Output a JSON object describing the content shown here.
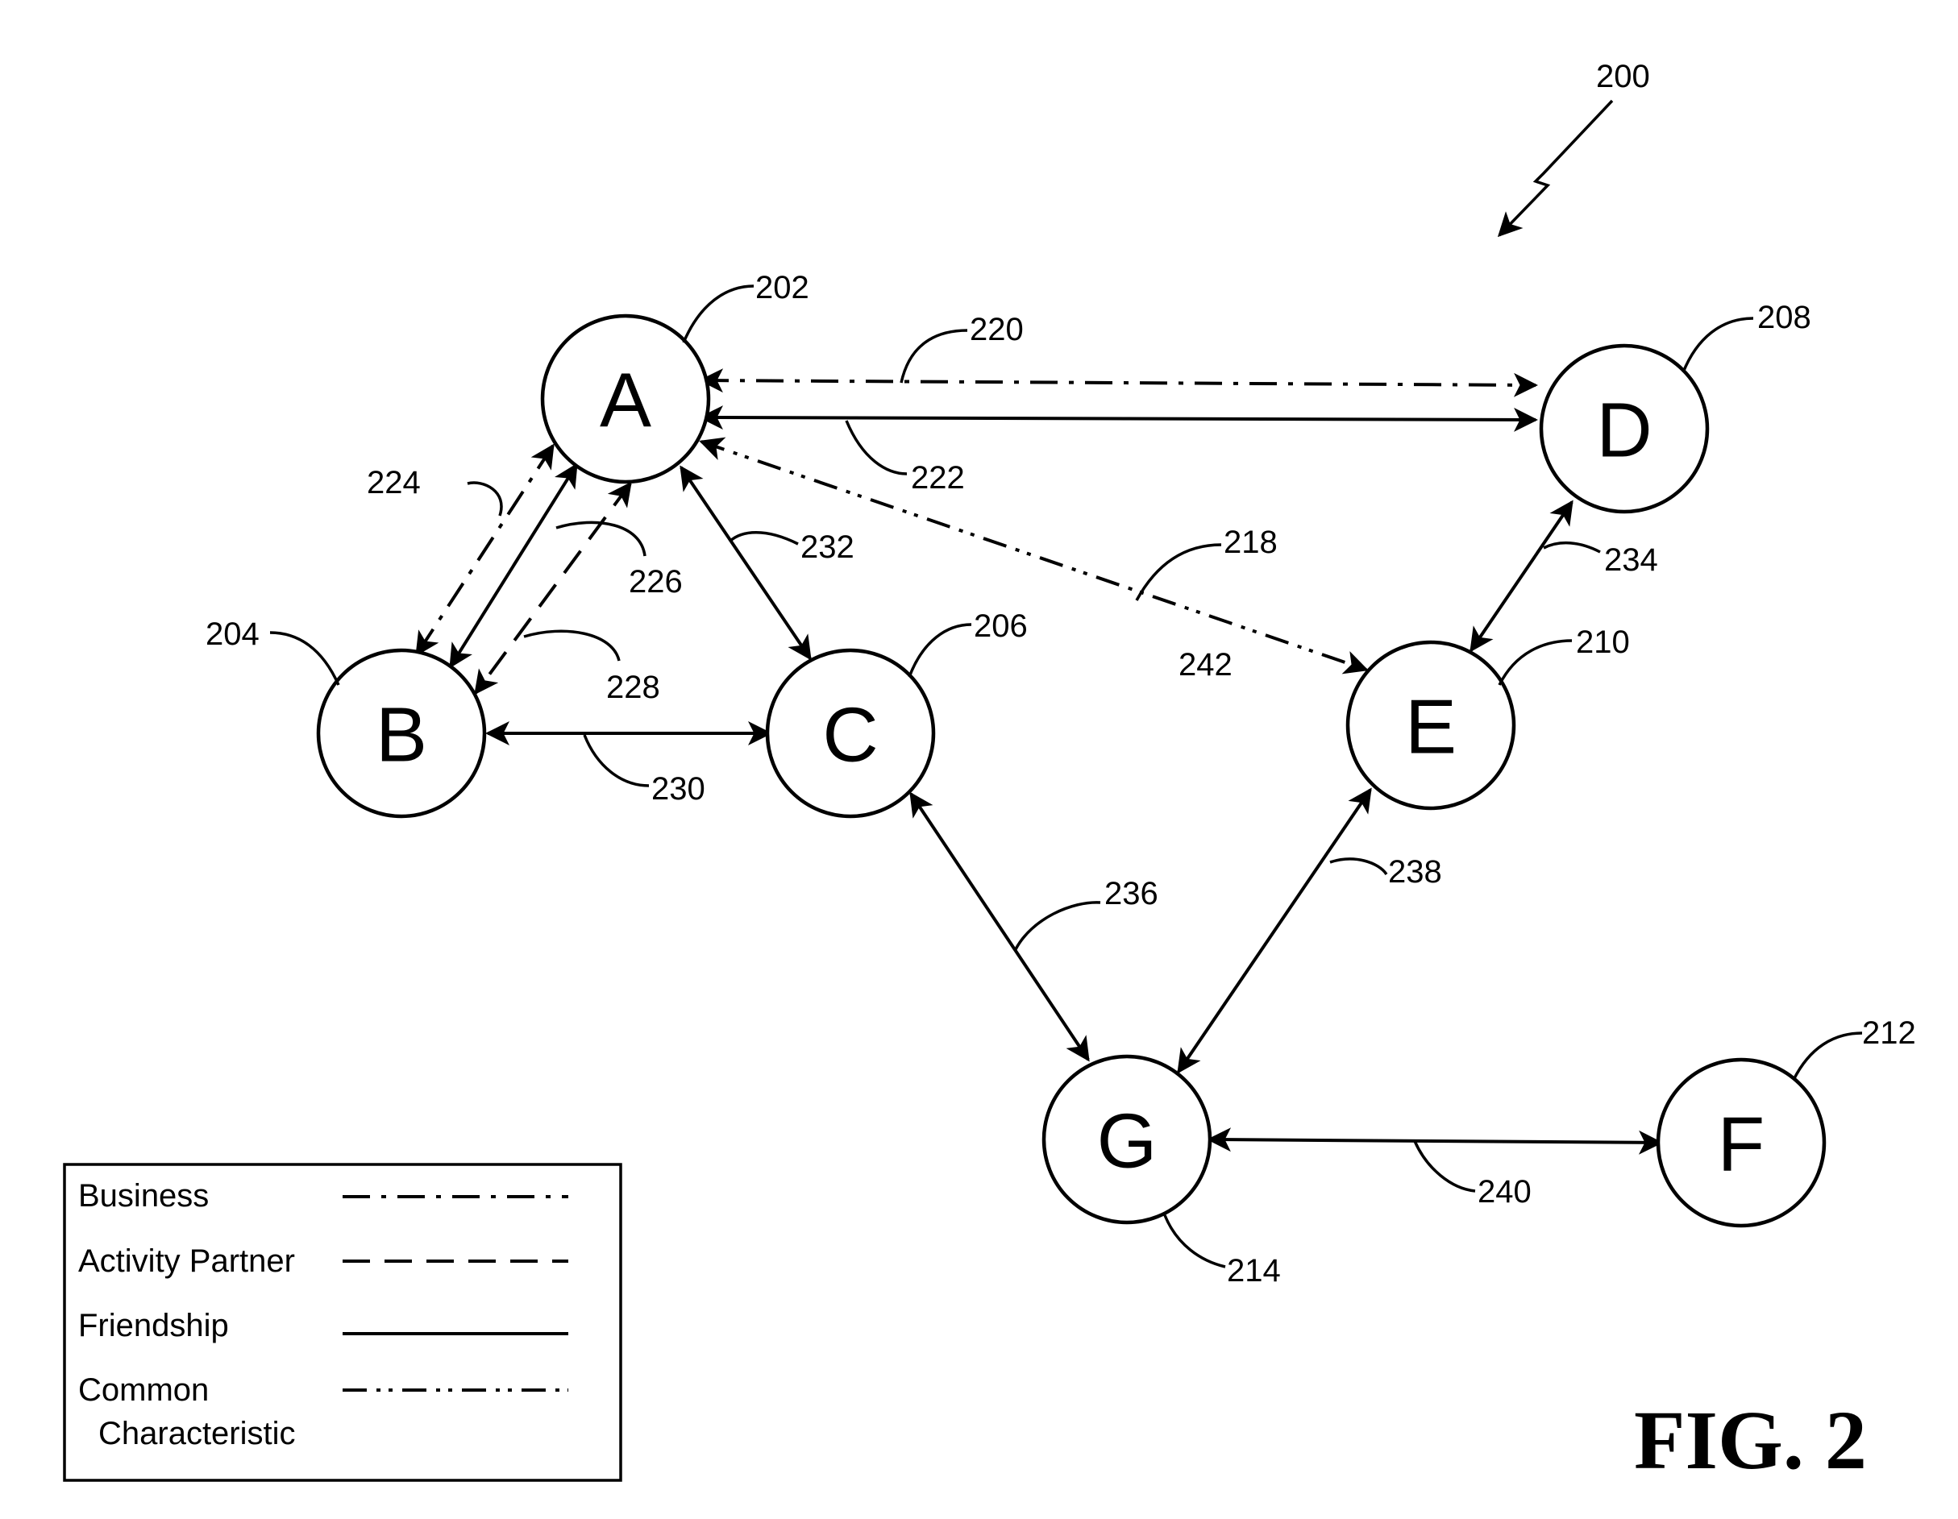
{
  "figure": {
    "title": "FIG. 2",
    "ref": "200"
  },
  "nodes": [
    {
      "id": "A",
      "letter": "A",
      "ref": "202"
    },
    {
      "id": "B",
      "letter": "B",
      "ref": "204"
    },
    {
      "id": "C",
      "letter": "C",
      "ref": "206"
    },
    {
      "id": "D",
      "letter": "D",
      "ref": "208"
    },
    {
      "id": "E",
      "letter": "E",
      "ref": "210"
    },
    {
      "id": "F",
      "letter": "F",
      "ref": "212"
    },
    {
      "id": "G",
      "letter": "G",
      "ref": "214"
    }
  ],
  "edges": [
    {
      "ref": "220",
      "from": "A",
      "to": "D",
      "type": "business"
    },
    {
      "ref": "222",
      "from": "A",
      "to": "D",
      "type": "friendship"
    },
    {
      "ref": "218",
      "from": "A",
      "to": "E",
      "type": "common"
    },
    {
      "ref": "224",
      "from": "A",
      "to": "B",
      "type": "business"
    },
    {
      "ref": "226",
      "from": "A",
      "to": "B",
      "type": "friendship"
    },
    {
      "ref": "228",
      "from": "A",
      "to": "B",
      "type": "activity"
    },
    {
      "ref": "230",
      "from": "B",
      "to": "C",
      "type": "friendship"
    },
    {
      "ref": "232",
      "from": "A",
      "to": "C",
      "type": "friendship"
    },
    {
      "ref": "234",
      "from": "D",
      "to": "E",
      "type": "friendship"
    },
    {
      "ref": "236",
      "from": "C",
      "to": "G",
      "type": "friendship"
    },
    {
      "ref": "238",
      "from": "E",
      "to": "G",
      "type": "friendship"
    },
    {
      "ref": "240",
      "from": "G",
      "to": "F",
      "type": "friendship"
    }
  ],
  "extra_labels": {
    "ref_242": "242"
  },
  "legend": {
    "items": [
      {
        "label": "Business",
        "type": "business"
      },
      {
        "label": "Activity Partner",
        "type": "activity"
      },
      {
        "label": "Friendship",
        "type": "friendship"
      },
      {
        "label": "Common",
        "label2": "Characteristic",
        "type": "common"
      }
    ]
  }
}
